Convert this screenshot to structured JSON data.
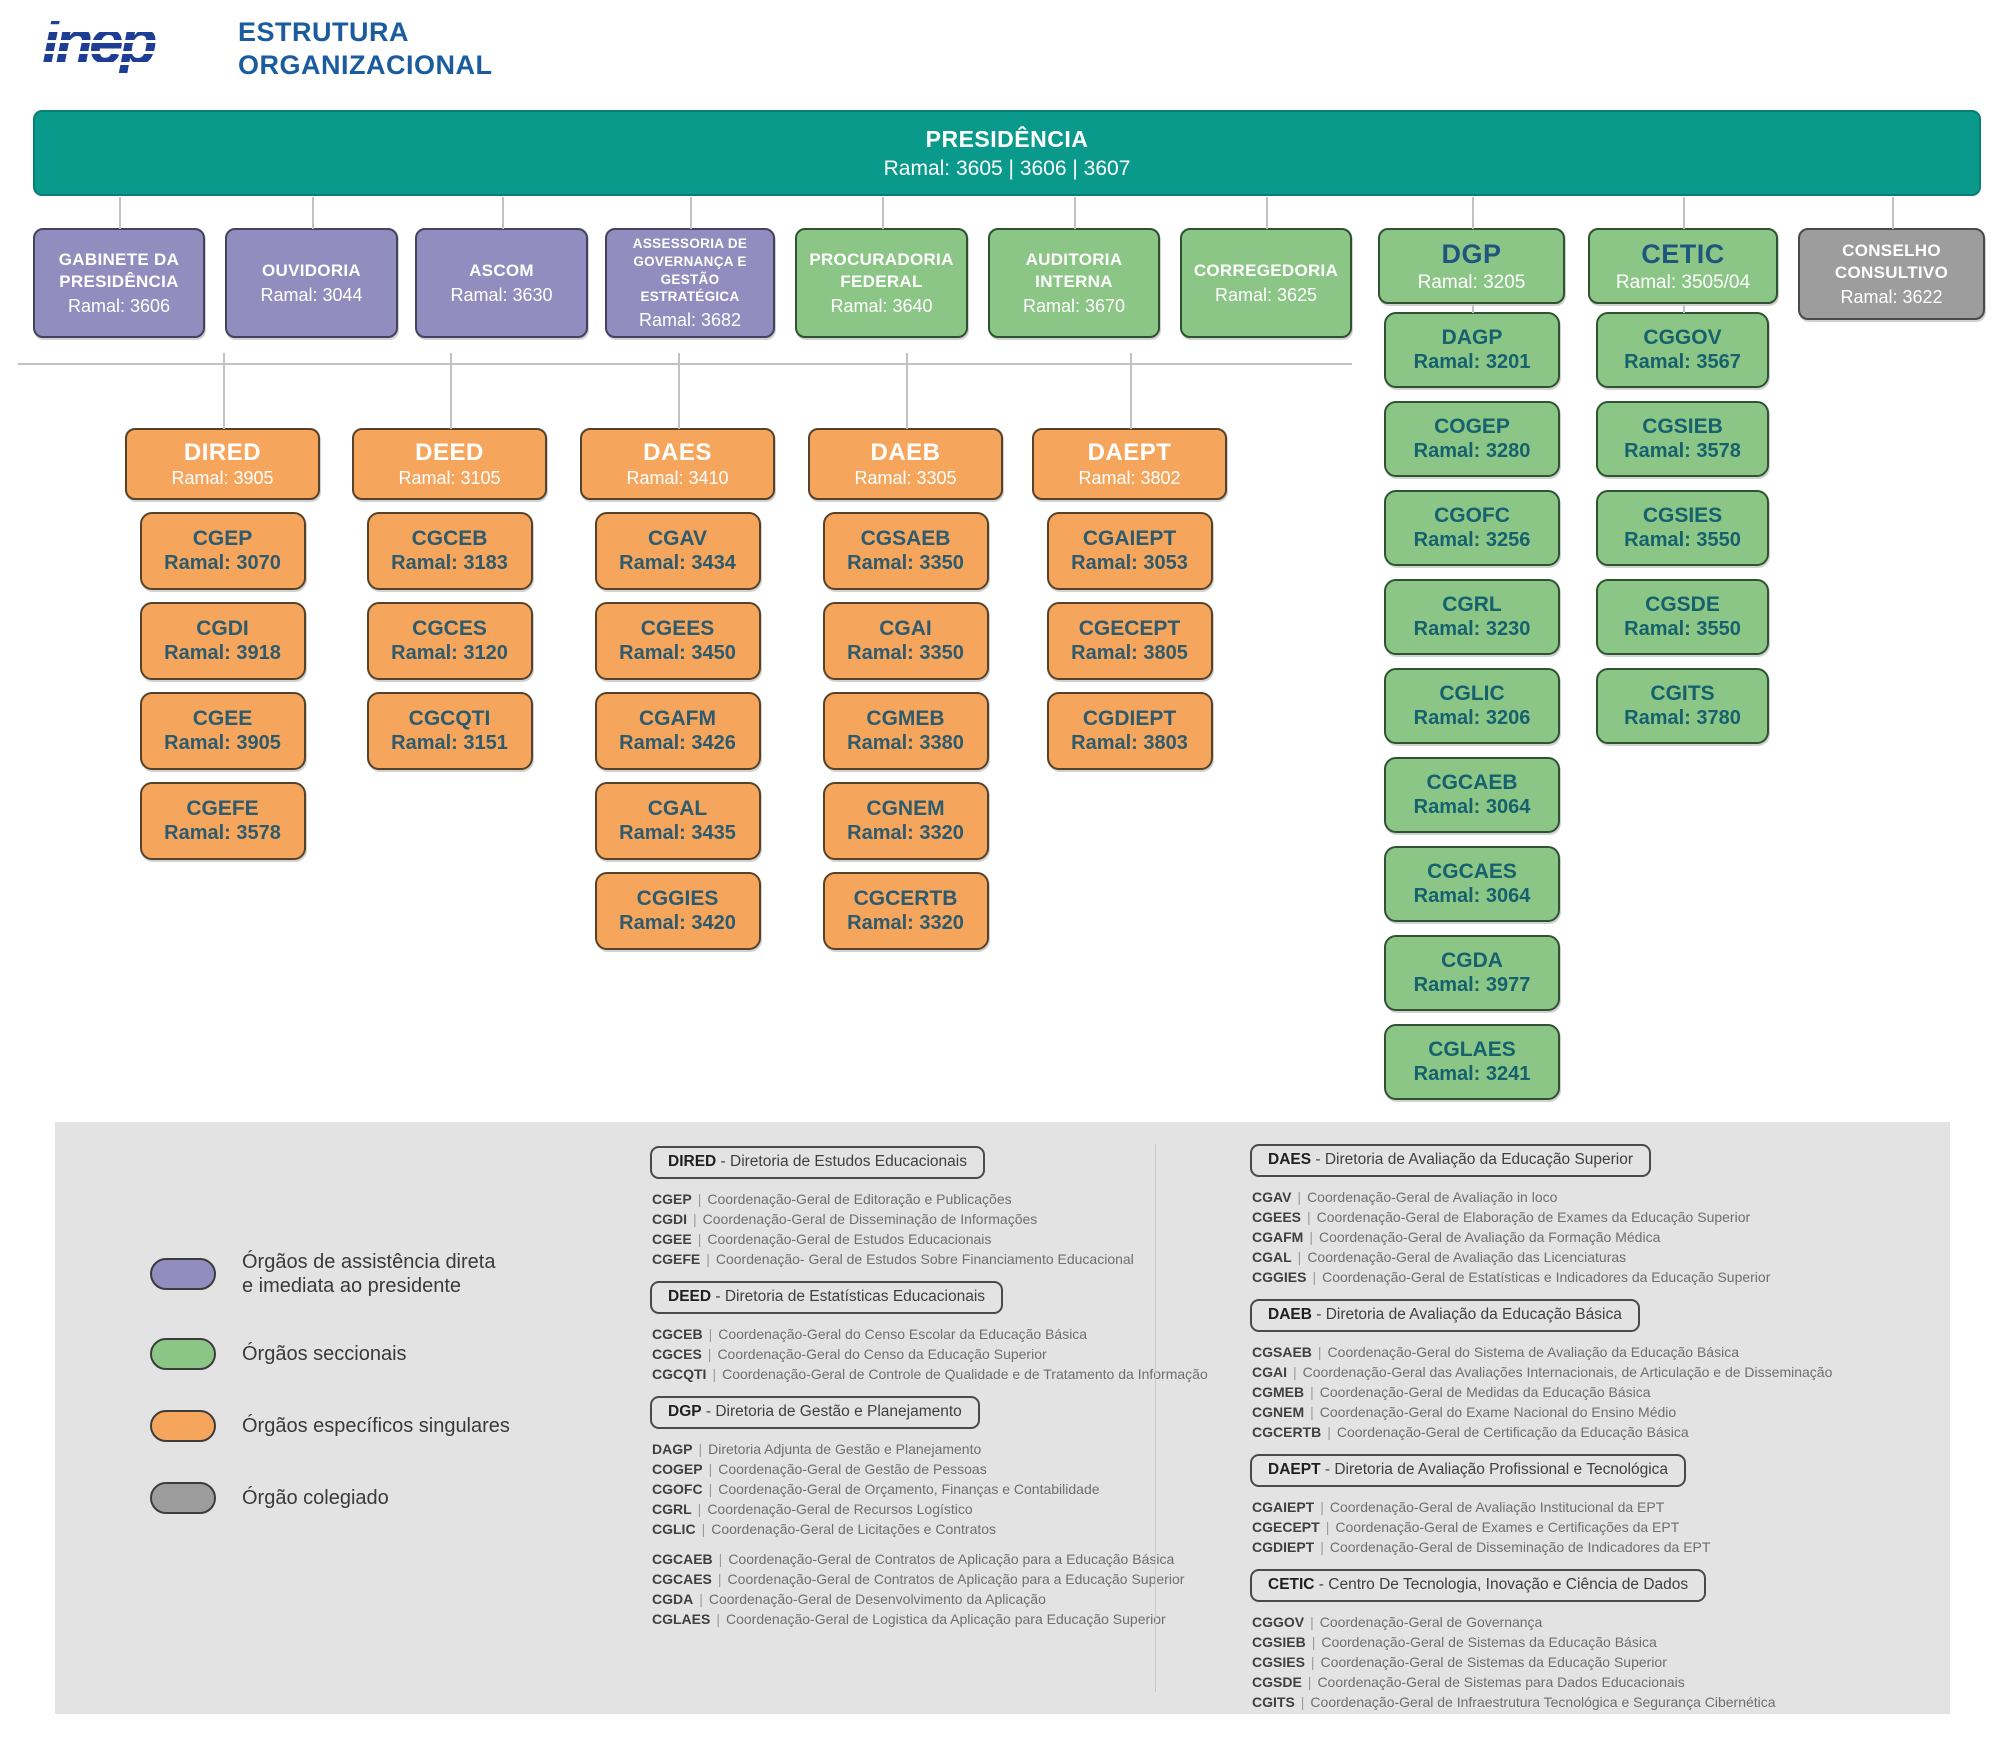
{
  "header": {
    "logo_text": "inep",
    "title_line1": "ESTRUTURA",
    "title_line2": "ORGANIZACIONAL"
  },
  "presidency": {
    "name": "PRESIDÊNCIA",
    "ramal": "Ramal: 3605 | 3606 | 3607"
  },
  "second_row": [
    {
      "name": "GABINETE DA PRESIDÊNCIA",
      "ramal": "Ramal: 3606",
      "type": "purple"
    },
    {
      "name": "OUVIDORIA",
      "ramal": "Ramal: 3044",
      "type": "purple"
    },
    {
      "name": "ASCOM",
      "ramal": "Ramal: 3630",
      "type": "purple"
    },
    {
      "name": "ASSESSORIA DE GOVERNANÇA E GESTÃO ESTRATÉGICA",
      "ramal": "Ramal: 3682",
      "type": "purple-small"
    },
    {
      "name": "PROCURADORIA FEDERAL",
      "ramal": "Ramal: 3640",
      "type": "green"
    },
    {
      "name": "AUDITORIA INTERNA",
      "ramal": "Ramal: 3670",
      "type": "green"
    },
    {
      "name": "CORREGEDORIA",
      "ramal": "Ramal: 3625",
      "type": "green"
    },
    {
      "name": "DGP",
      "ramal": "Ramal: 3205",
      "type": "green-head"
    },
    {
      "name": "CETIC",
      "ramal": "Ramal: 3505/04",
      "type": "green-head"
    },
    {
      "name": "CONSELHO CONSULTIVO",
      "ramal": "Ramal: 3622",
      "type": "gray"
    }
  ],
  "directorates": [
    {
      "name": "DIRED",
      "ramal": "Ramal: 3905",
      "children": [
        {
          "name": "CGEP",
          "ramal": "Ramal: 3070"
        },
        {
          "name": "CGDI",
          "ramal": "Ramal: 3918"
        },
        {
          "name": "CGEE",
          "ramal": "Ramal: 3905"
        },
        {
          "name": "CGEFE",
          "ramal": "Ramal: 3578"
        }
      ]
    },
    {
      "name": "DEED",
      "ramal": "Ramal: 3105",
      "children": [
        {
          "name": "CGCEB",
          "ramal": "Ramal: 3183"
        },
        {
          "name": "CGCES",
          "ramal": "Ramal: 3120"
        },
        {
          "name": "CGCQTI",
          "ramal": "Ramal: 3151"
        }
      ]
    },
    {
      "name": "DAES",
      "ramal": "Ramal: 3410",
      "children": [
        {
          "name": "CGAV",
          "ramal": "Ramal: 3434"
        },
        {
          "name": "CGEES",
          "ramal": "Ramal: 3450"
        },
        {
          "name": "CGAFM",
          "ramal": "Ramal: 3426"
        },
        {
          "name": "CGAL",
          "ramal": "Ramal: 3435"
        },
        {
          "name": "CGGIES",
          "ramal": "Ramal: 3420"
        }
      ]
    },
    {
      "name": "DAEB",
      "ramal": "Ramal: 3305",
      "children": [
        {
          "name": "CGSAEB",
          "ramal": "Ramal: 3350"
        },
        {
          "name": "CGAI",
          "ramal": "Ramal: 3350"
        },
        {
          "name": "CGMEB",
          "ramal": "Ramal: 3380"
        },
        {
          "name": "CGNEM",
          "ramal": "Ramal: 3320"
        },
        {
          "name": "CGCERTB",
          "ramal": "Ramal: 3320"
        }
      ]
    },
    {
      "name": "DAEPT",
      "ramal": "Ramal: 3802",
      "children": [
        {
          "name": "CGAIEPT",
          "ramal": "Ramal: 3053"
        },
        {
          "name": "CGECEPT",
          "ramal": "Ramal: 3805"
        },
        {
          "name": "CGDIEPT",
          "ramal": "Ramal: 3803"
        }
      ]
    }
  ],
  "green_columns": [
    {
      "parent": "DGP",
      "children": [
        {
          "name": "DAGP",
          "ramal": "Ramal: 3201"
        },
        {
          "name": "COGEP",
          "ramal": "Ramal: 3280"
        },
        {
          "name": "CGOFC",
          "ramal": "Ramal: 3256"
        },
        {
          "name": "CGRL",
          "ramal": "Ramal: 3230"
        },
        {
          "name": "CGLIC",
          "ramal": "Ramal: 3206"
        },
        {
          "name": "CGCAEB",
          "ramal": "Ramal: 3064"
        },
        {
          "name": "CGCAES",
          "ramal": "Ramal: 3064"
        },
        {
          "name": "CGDA",
          "ramal": "Ramal: 3977"
        },
        {
          "name": "CGLAES",
          "ramal": "Ramal: 3241"
        }
      ]
    },
    {
      "parent": "CETIC",
      "children": [
        {
          "name": "CGGOV",
          "ramal": "Ramal: 3567"
        },
        {
          "name": "CGSIEB",
          "ramal": "Ramal: 3578"
        },
        {
          "name": "CGSIES",
          "ramal": "Ramal: 3550"
        },
        {
          "name": "CGSDE",
          "ramal": "Ramal: 3550"
        },
        {
          "name": "CGITS",
          "ramal": "Ramal: 3780"
        }
      ]
    }
  ],
  "legend": {
    "pills": [
      {
        "type": "purple",
        "label": "Órgãos de assistência direta\ne imediata ao presidente"
      },
      {
        "type": "green",
        "label": "Órgãos seccionais"
      },
      {
        "type": "orange",
        "label": "Órgãos específicos singulares"
      },
      {
        "type": "gray",
        "label": "Órgão colegiado"
      }
    ],
    "left_sections": [
      {
        "acronym": "DIRED",
        "desc": "Diretoria de Estudos Educacionais",
        "items": [
          {
            "acronym": "CGEP",
            "desc": "Coordenação-Geral de Editoração e Publicações"
          },
          {
            "acronym": "CGDI",
            "desc": "Coordenação-Geral de Disseminação de Informações"
          },
          {
            "acronym": "CGEE",
            "desc": "Coordenação-Geral de Estudos Educacionais"
          },
          {
            "acronym": "CGEFE",
            "desc": "Coordenação- Geral de Estudos Sobre Financiamento Educacional"
          }
        ]
      },
      {
        "acronym": "DEED",
        "desc": "Diretoria de Estatísticas Educacionais",
        "items": [
          {
            "acronym": "CGCEB",
            "desc": "Coordenação-Geral do Censo Escolar da Educação Básica"
          },
          {
            "acronym": "CGCES",
            "desc": "Coordenação-Geral do Censo da Educação Superior"
          },
          {
            "acronym": "CGCQTI",
            "desc": "Coordenação-Geral de Controle de Qualidade e de Tratamento da Informação"
          }
        ]
      },
      {
        "acronym": "DGP",
        "desc": "Diretoria de Gestão e Planejamento",
        "items": [
          {
            "acronym": "DAGP",
            "desc": "Diretoria Adjunta de Gestão e Planejamento"
          },
          {
            "acronym": "COGEP",
            "desc": "Coordenação-Geral de Gestão de Pessoas"
          },
          {
            "acronym": "CGOFC",
            "desc": "Coordenação-Geral de Orçamento, Finanças e Contabilidade"
          },
          {
            "acronym": "CGRL",
            "desc": "Coordenação-Geral de Recursos Logístico"
          },
          {
            "acronym": "CGLIC",
            "desc": "Coordenação-Geral de Licitações e Contratos"
          },
          {
            "acronym": "CGCAEB",
            "desc": "Coordenação-Geral de Contratos de Aplicação para a Educação Básica",
            "gap": true
          },
          {
            "acronym": "CGCAES",
            "desc": "Coordenação-Geral de Contratos de Aplicação para a Educação Superior"
          },
          {
            "acronym": "CGDA",
            "desc": "Coordenação-Geral de Desenvolvimento da Aplicação"
          },
          {
            "acronym": "CGLAES",
            "desc": "Coordenação-Geral de Logistica da Aplicação para Educação Superior"
          }
        ]
      }
    ],
    "right_sections": [
      {
        "acronym": "DAES",
        "desc": "Diretoria de Avaliação da Educação Superior",
        "items": [
          {
            "acronym": "CGAV",
            "desc": "Coordenação-Geral de Avaliação in loco"
          },
          {
            "acronym": "CGEES",
            "desc": "Coordenação-Geral de Elaboração de Exames da Educação Superior"
          },
          {
            "acronym": "CGAFM",
            "desc": "Coordenação-Geral de Avaliação da Formação Médica"
          },
          {
            "acronym": "CGAL",
            "desc": "Coordenação-Geral de Avaliação das Licenciaturas"
          },
          {
            "acronym": "CGGIES",
            "desc": "Coordenação-Geral de Estatísticas e Indicadores da Educação Superior"
          }
        ]
      },
      {
        "acronym": "DAEB",
        "desc": "Diretoria de Avaliação da Educação Básica",
        "items": [
          {
            "acronym": "CGSAEB",
            "desc": "Coordenação-Geral do Sistema de Avaliação da Educação Básica"
          },
          {
            "acronym": "CGAI",
            "desc": "Coordenação-Geral das Avaliações Internacionais, de Articulação e de Disseminação"
          },
          {
            "acronym": "CGMEB",
            "desc": "Coordenação-Geral de Medidas da Educação Básica"
          },
          {
            "acronym": "CGNEM",
            "desc": "Coordenação-Geral do Exame Nacional do Ensino Médio"
          },
          {
            "acronym": "CGCERTB",
            "desc": "Coordenação-Geral de Certificação da Educação Básica"
          }
        ]
      },
      {
        "acronym": "DAEPT",
        "desc": "Diretoria de Avaliação Profissional e Tecnológica",
        "items": [
          {
            "acronym": "CGAIEPT",
            "desc": "Coordenação-Geral de Avaliação Institucional da EPT"
          },
          {
            "acronym": "CGECEPT",
            "desc": "Coordenação-Geral de Exames e Certificações da EPT"
          },
          {
            "acronym": "CGDIEPT",
            "desc": "Coordenação-Geral de Disseminação de Indicadores da EPT"
          }
        ]
      },
      {
        "acronym": "CETIC",
        "desc": "Centro De Tecnologia, Inovação e Ciência de Dados",
        "items": [
          {
            "acronym": "CGGOV",
            "desc": "Coordenação-Geral de Governança"
          },
          {
            "acronym": "CGSIEB",
            "desc": "Coordenação-Geral de Sistemas da Educação Básica"
          },
          {
            "acronym": "CGSIES",
            "desc": "Coordenação-Geral de Sistemas da Educação Superior"
          },
          {
            "acronym": "CGSDE",
            "desc": "Coordenação-Geral de Sistemas para Dados Educacionais"
          },
          {
            "acronym": "CGITS",
            "desc": "Coordenação-Geral de Infraestrutura Tecnológica e Segurança Cibernética"
          }
        ]
      }
    ]
  },
  "colors": {
    "teal": "#0a9a8c",
    "purple": "#918dbe",
    "green": "#8cc687",
    "orange": "#f6a65c",
    "gray": "#9d9d9d",
    "title-blue": "#1a5c9e",
    "logo-blue": "#1d3e94",
    "green-text": "#15616d",
    "orange-text": "#2e5a6e",
    "head-blue": "#1e567e"
  }
}
